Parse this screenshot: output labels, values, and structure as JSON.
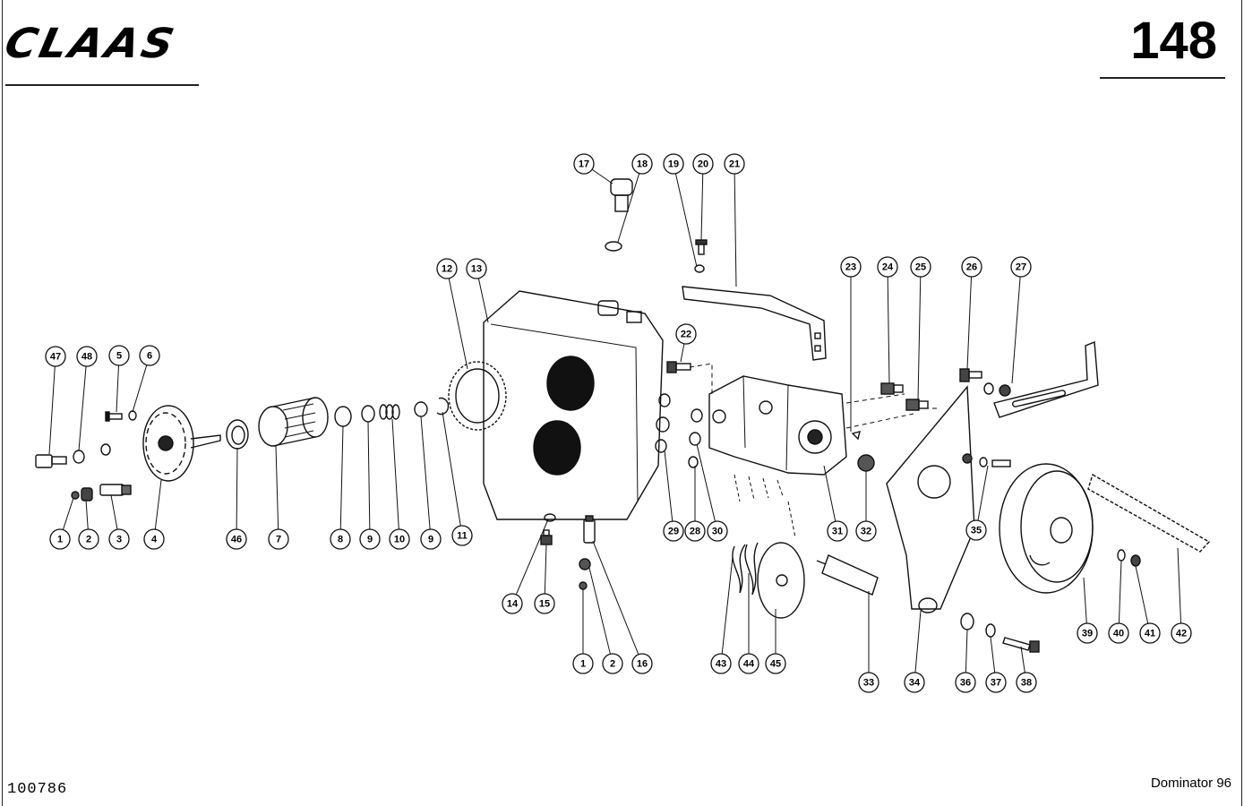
{
  "header": {
    "brand": "CLAAS",
    "page_number": "148"
  },
  "footer": {
    "document_number": "100786",
    "model": "Dominator 96"
  },
  "callouts": [
    {
      "label": "1"
    },
    {
      "label": "2"
    },
    {
      "label": "3"
    },
    {
      "label": "4"
    },
    {
      "label": "5"
    },
    {
      "label": "6"
    },
    {
      "label": "47"
    },
    {
      "label": "48"
    },
    {
      "label": "46"
    },
    {
      "label": "7"
    },
    {
      "label": "8"
    },
    {
      "label": "9"
    },
    {
      "label": "10"
    },
    {
      "label": "9"
    },
    {
      "label": "11"
    },
    {
      "label": "12"
    },
    {
      "label": "13"
    },
    {
      "label": "17"
    },
    {
      "label": "18"
    },
    {
      "label": "19"
    },
    {
      "label": "20"
    },
    {
      "label": "21"
    },
    {
      "label": "22"
    },
    {
      "label": "23"
    },
    {
      "label": "24"
    },
    {
      "label": "25"
    },
    {
      "label": "26"
    },
    {
      "label": "27"
    },
    {
      "label": "14"
    },
    {
      "label": "15"
    },
    {
      "label": "1"
    },
    {
      "label": "2"
    },
    {
      "label": "16"
    },
    {
      "label": "29"
    },
    {
      "label": "28"
    },
    {
      "label": "30"
    },
    {
      "label": "31"
    },
    {
      "label": "32"
    },
    {
      "label": "33"
    },
    {
      "label": "34"
    },
    {
      "label": "35"
    },
    {
      "label": "36"
    },
    {
      "label": "37"
    },
    {
      "label": "38"
    },
    {
      "label": "39"
    },
    {
      "label": "40"
    },
    {
      "label": "41"
    },
    {
      "label": "42"
    },
    {
      "label": "43"
    },
    {
      "label": "44"
    },
    {
      "label": "45"
    }
  ]
}
